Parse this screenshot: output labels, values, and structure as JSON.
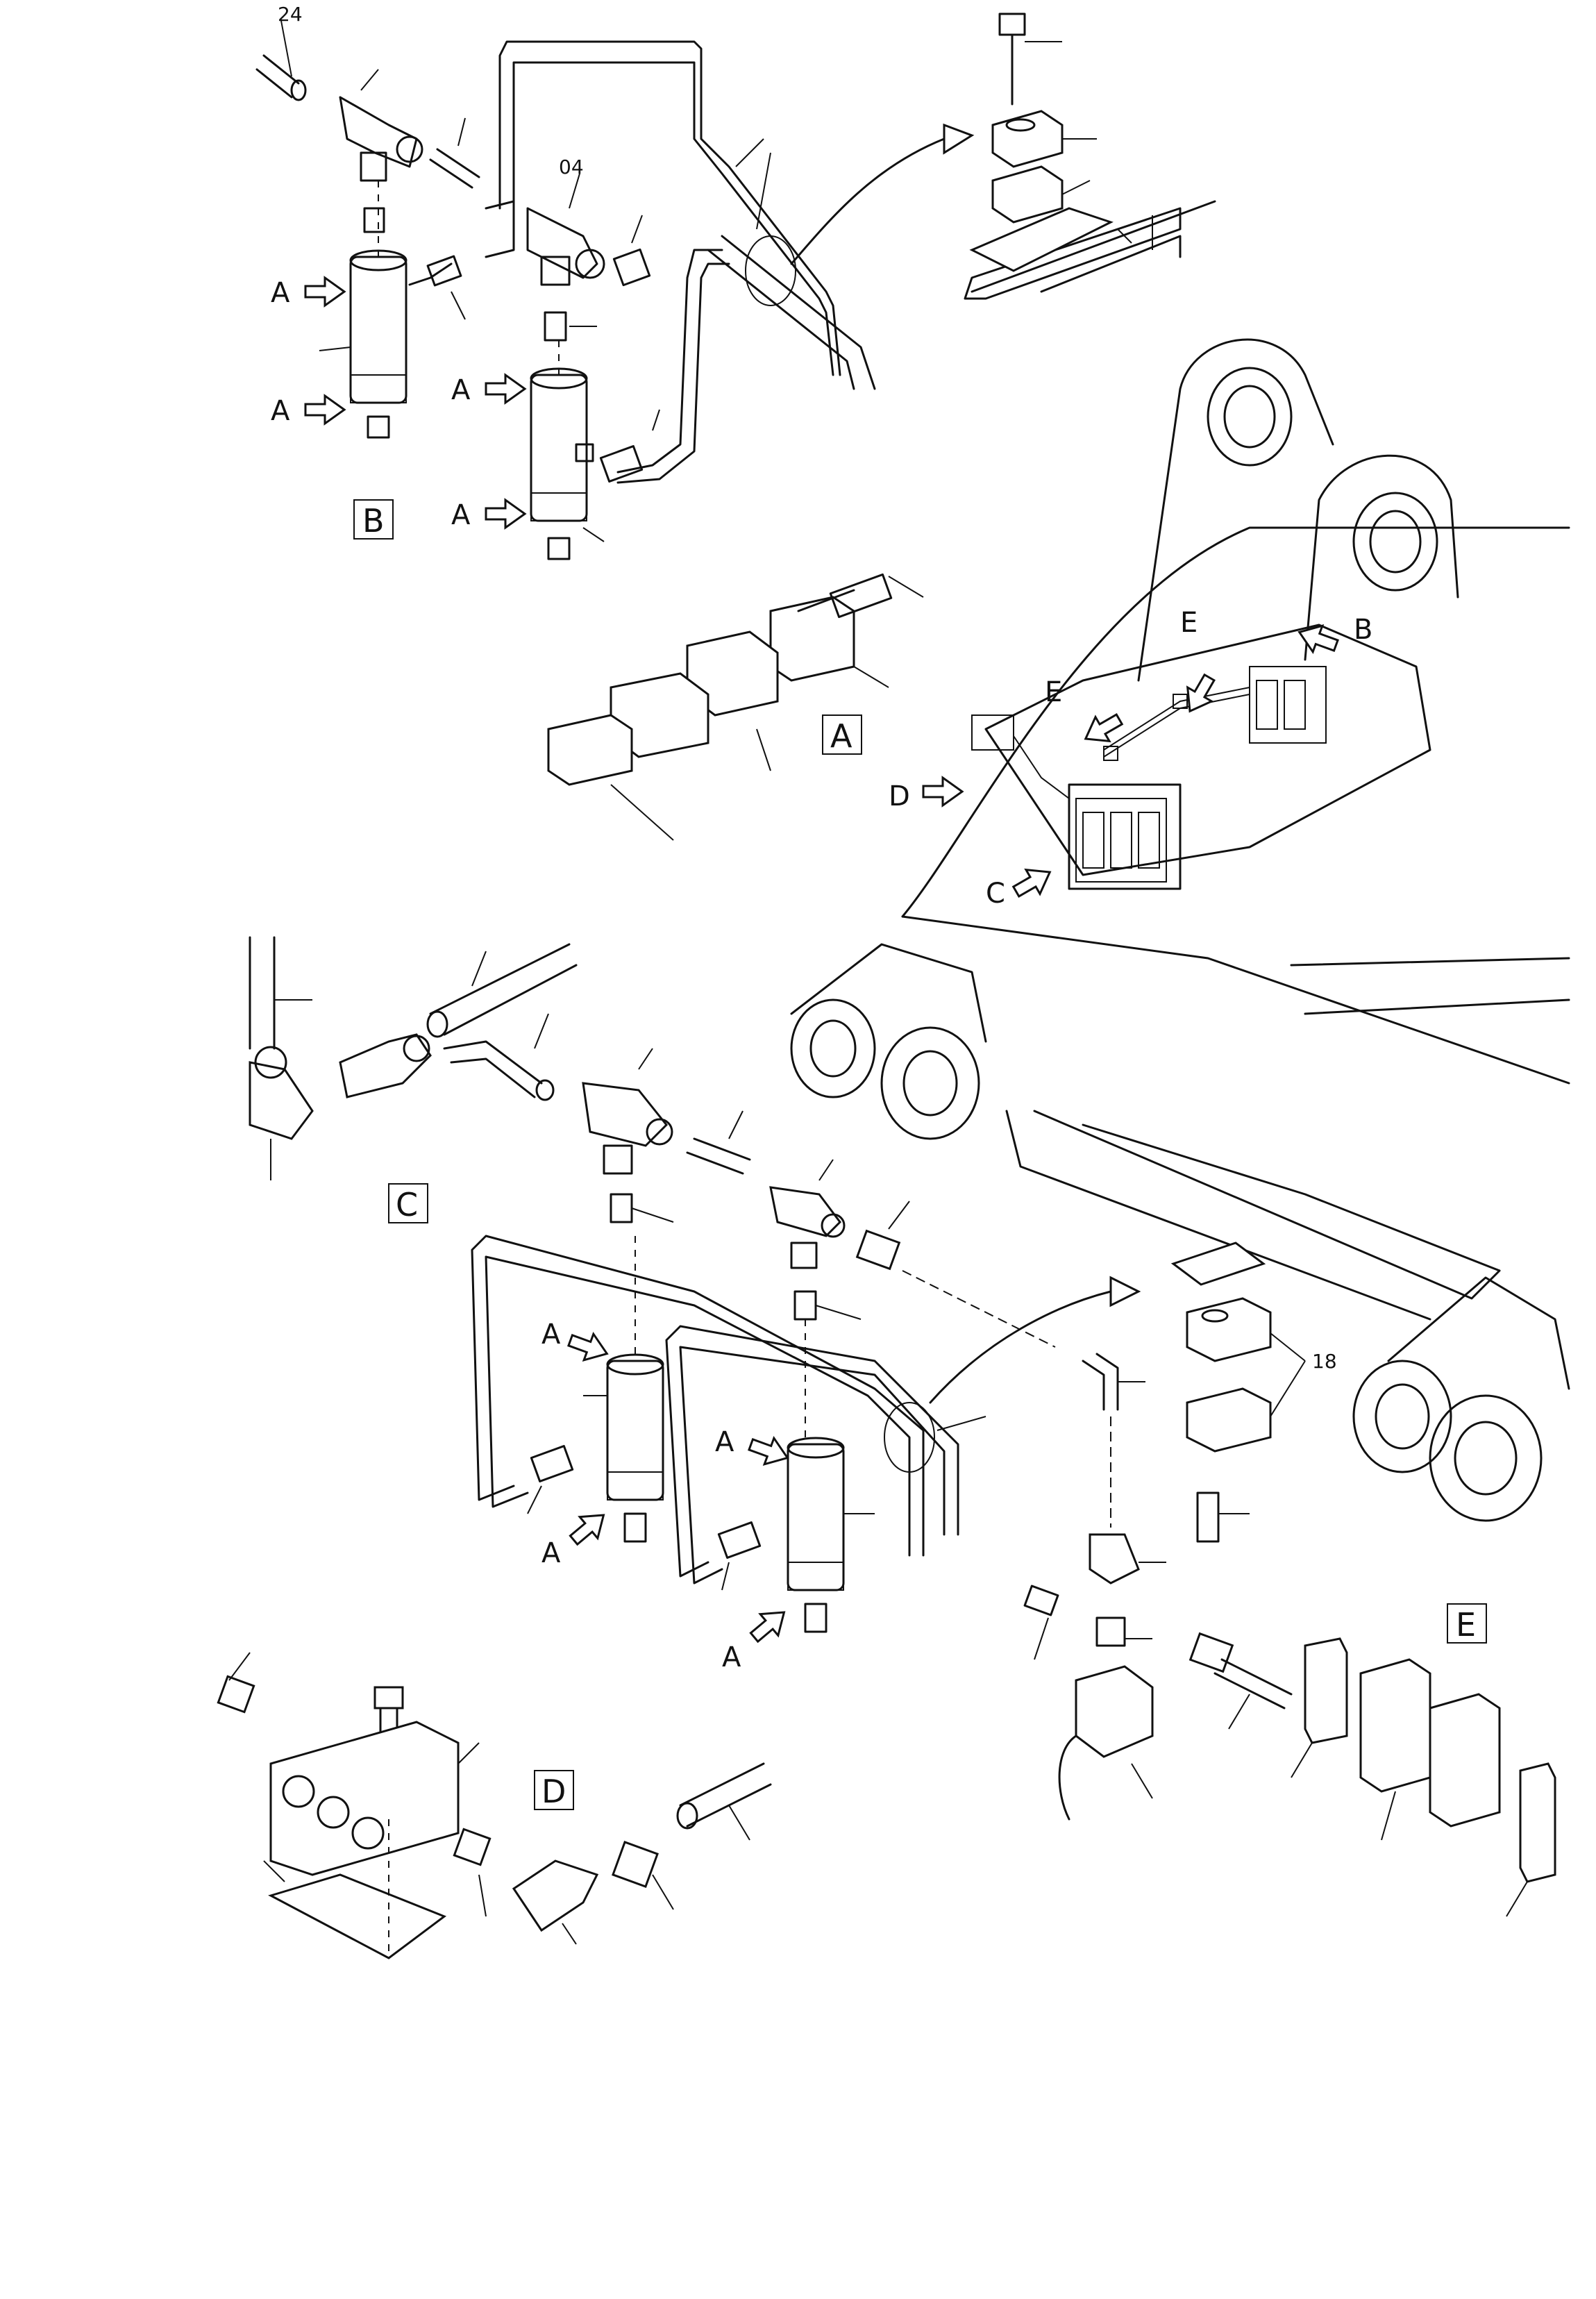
{
  "part_numbers": {
    "n24": "24",
    "n04": "04",
    "n18": "18"
  },
  "views": {
    "A": "A",
    "B": "B",
    "C": "C",
    "D": "D",
    "E": "E"
  },
  "callouts": {
    "arrow_A": "A",
    "main_B": "B",
    "main_C": "C",
    "main_D": "D",
    "main_E": "E"
  }
}
